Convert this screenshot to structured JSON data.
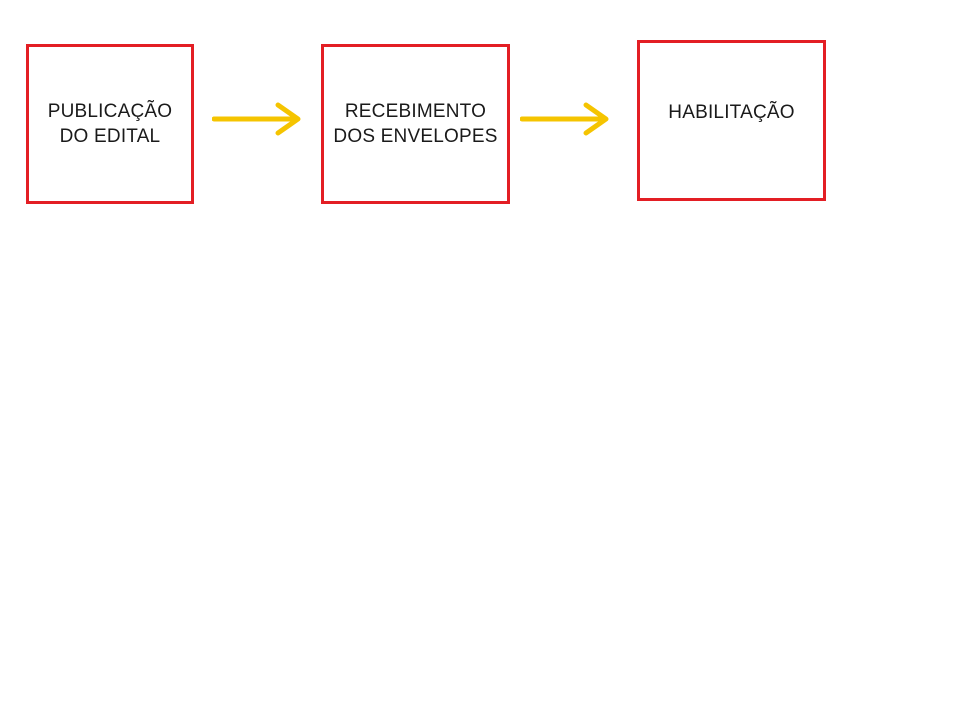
{
  "diagram": {
    "colors": {
      "box_border": "#e31e24",
      "arrow": "#f5c400",
      "text": "#1a1a1a"
    },
    "steps": [
      {
        "label": "PUBLICAÇÃO\nDO EDITAL"
      },
      {
        "label": "RECEBIMENTO\nDOS ENVELOPES"
      },
      {
        "label": "HABILITAÇÃO"
      }
    ],
    "connectors": [
      {
        "from": 0,
        "to": 1,
        "icon": "right-arrow-icon"
      },
      {
        "from": 1,
        "to": 2,
        "icon": "right-arrow-icon"
      }
    ]
  }
}
